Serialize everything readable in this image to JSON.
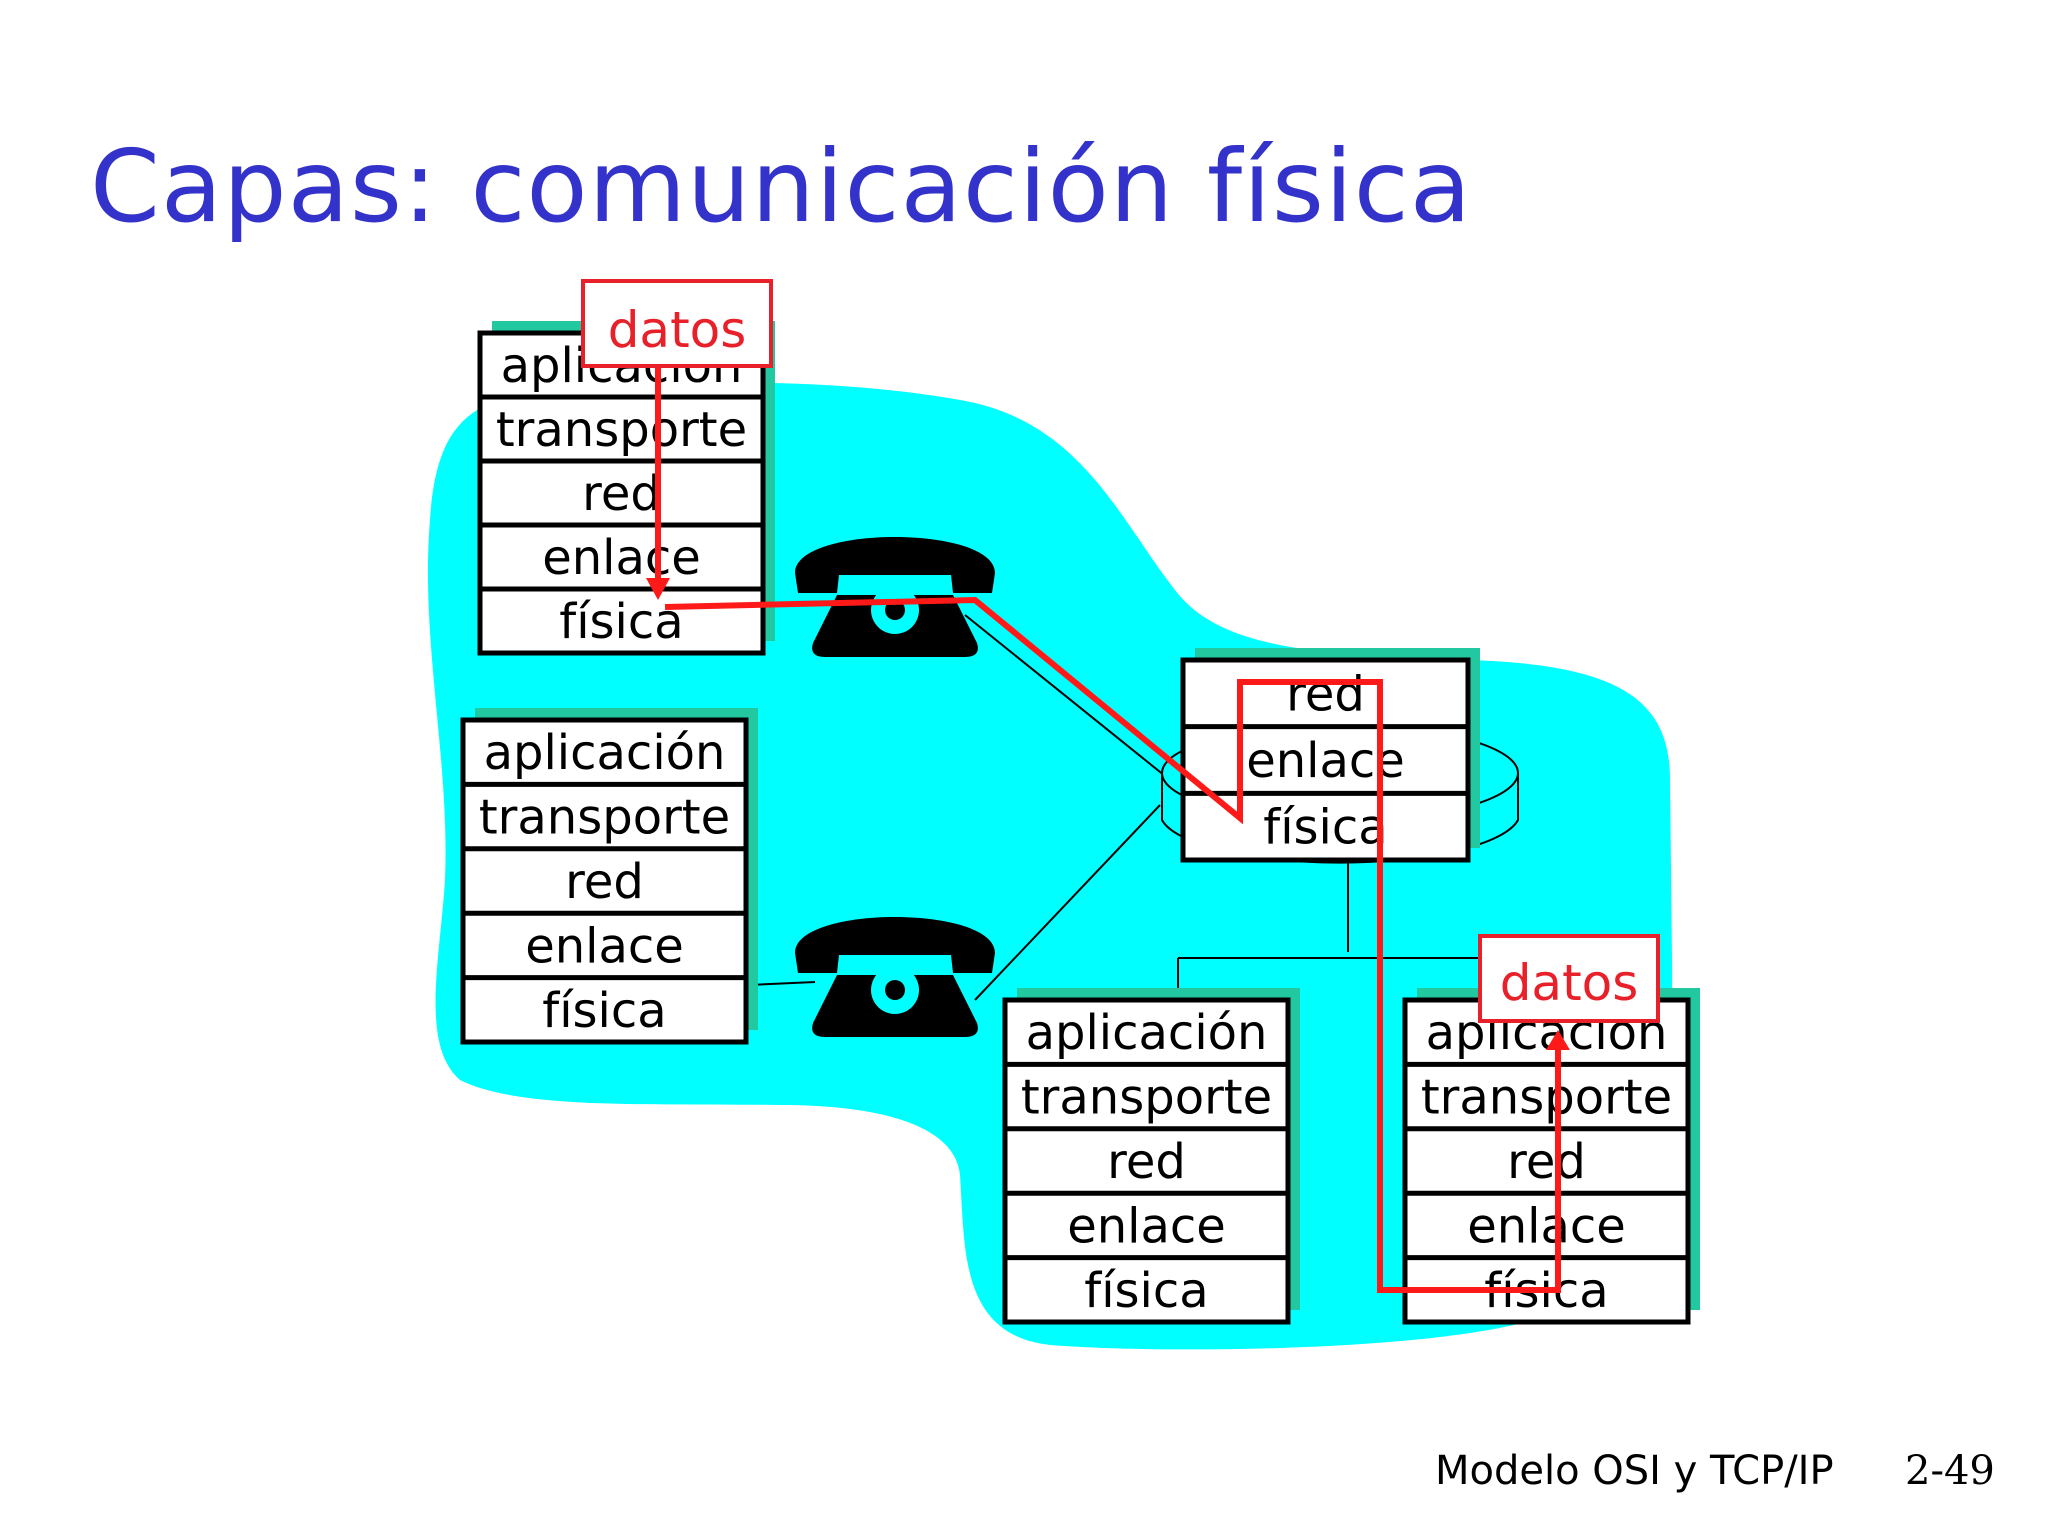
{
  "title": "Capas: comunicación física",
  "footer": {
    "label": "Modelo OSI y TCP/IP",
    "page": "2-49"
  },
  "stacks": {
    "host_top_left": [
      "aplicación",
      "transporte",
      "red",
      "enlace",
      "física"
    ],
    "host_mid_left": [
      "aplicación",
      "transporte",
      "red",
      "enlace",
      "física"
    ],
    "router": [
      "red",
      "enlace",
      "física"
    ],
    "host_bottom_mid": [
      "aplicación",
      "transporte",
      "red",
      "enlace",
      "física"
    ],
    "host_bottom_right": [
      "aplicación",
      "transporte",
      "red",
      "enlace",
      "física"
    ]
  },
  "data_labels": {
    "source": "datos",
    "destination": "datos"
  },
  "colors": {
    "title": "#3333cc",
    "cloud": "#00ffff",
    "path": "#ff0000",
    "shadow": "#22c9a0"
  },
  "icons": [
    "telephone-icon",
    "telephone-icon",
    "router-icon"
  ]
}
